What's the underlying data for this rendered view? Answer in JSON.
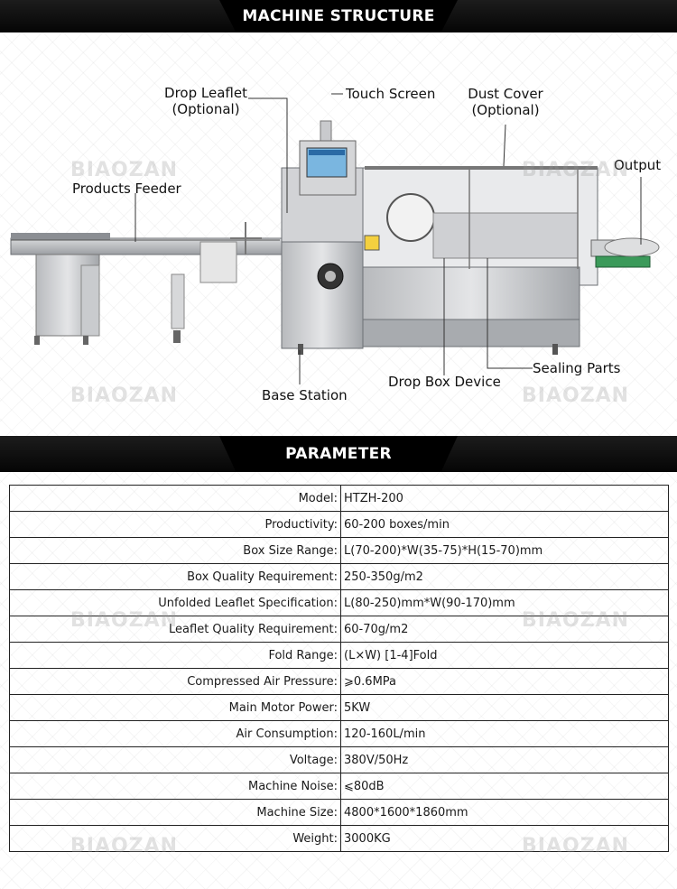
{
  "banners": {
    "structure": "MACHINE STRUCTURE",
    "parameter": "PARAMETER"
  },
  "watermark": "BIAOZAN",
  "diagram_labels": {
    "drop_leaflet": "Drop Leaflet",
    "drop_leaflet_sub": "(Optional)",
    "touch_screen": "Touch Screen",
    "dust_cover": "Dust Cover",
    "dust_cover_sub": "(Optional)",
    "output": "Output",
    "products_feeder": "Products Feeder",
    "base_station": "Base Station",
    "drop_box_device": "Drop Box Device",
    "sealing_parts": "Sealing Parts"
  },
  "parameters": [
    {
      "key": "Model:",
      "value": "HTZH-200"
    },
    {
      "key": "Productivity:",
      "value": "60-200 boxes/min"
    },
    {
      "key": "Box Size Range:",
      "value": "L(70-200)*W(35-75)*H(15-70)mm"
    },
    {
      "key": "Box Quality Requirement:",
      "value": "250-350g/m2"
    },
    {
      "key": "Unfolded Leaflet Specification:",
      "value": "L(80-250)mm*W(90-170)mm"
    },
    {
      "key": "Leaflet Quality Requirement:",
      "value": "60-70g/m2"
    },
    {
      "key": "Fold Range:",
      "value": "(L×W) [1-4]Fold"
    },
    {
      "key": "Compressed Air Pressure:",
      "value": "⩾0.6MPa"
    },
    {
      "key": "Main Motor Power:",
      "value": "5KW"
    },
    {
      "key": "Air Consumption:",
      "value": "120-160L/min"
    },
    {
      "key": "Voltage:",
      "value": "380V/50Hz"
    },
    {
      "key": "Machine Noise:",
      "value": "⩽80dB"
    },
    {
      "key": "Machine Size:",
      "value": "4800*1600*1860mm"
    },
    {
      "key": "Weight:",
      "value": "3000KG"
    }
  ]
}
